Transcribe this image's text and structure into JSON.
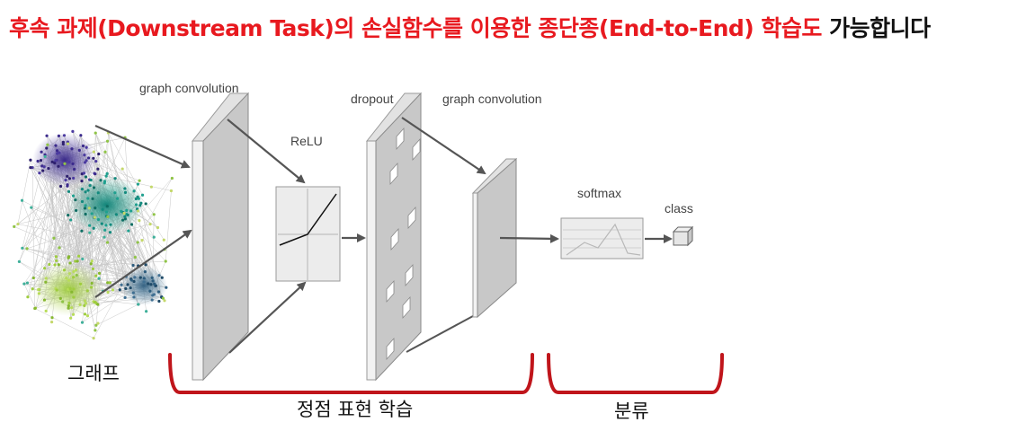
{
  "headline": {
    "red_part": "후속 과제(Downstream Task)의 손실함수를 이용한 종단종(End-to-End) 학습도",
    "black_part": " 가능합니다"
  },
  "diagram": {
    "input_label": "그래프",
    "layers": {
      "gc1": "graph convolution",
      "relu": "ReLU",
      "dropout": "dropout",
      "gc2": "graph convolution",
      "softmax": "softmax",
      "class": "class"
    },
    "groups": {
      "representation": "정점 표현 학습",
      "classification": "분류"
    }
  },
  "colors": {
    "headline_red": "#e8191f",
    "bracket_red": "#c0151b",
    "panel_gray": "#c8c8c8",
    "arrow": "#555555"
  }
}
